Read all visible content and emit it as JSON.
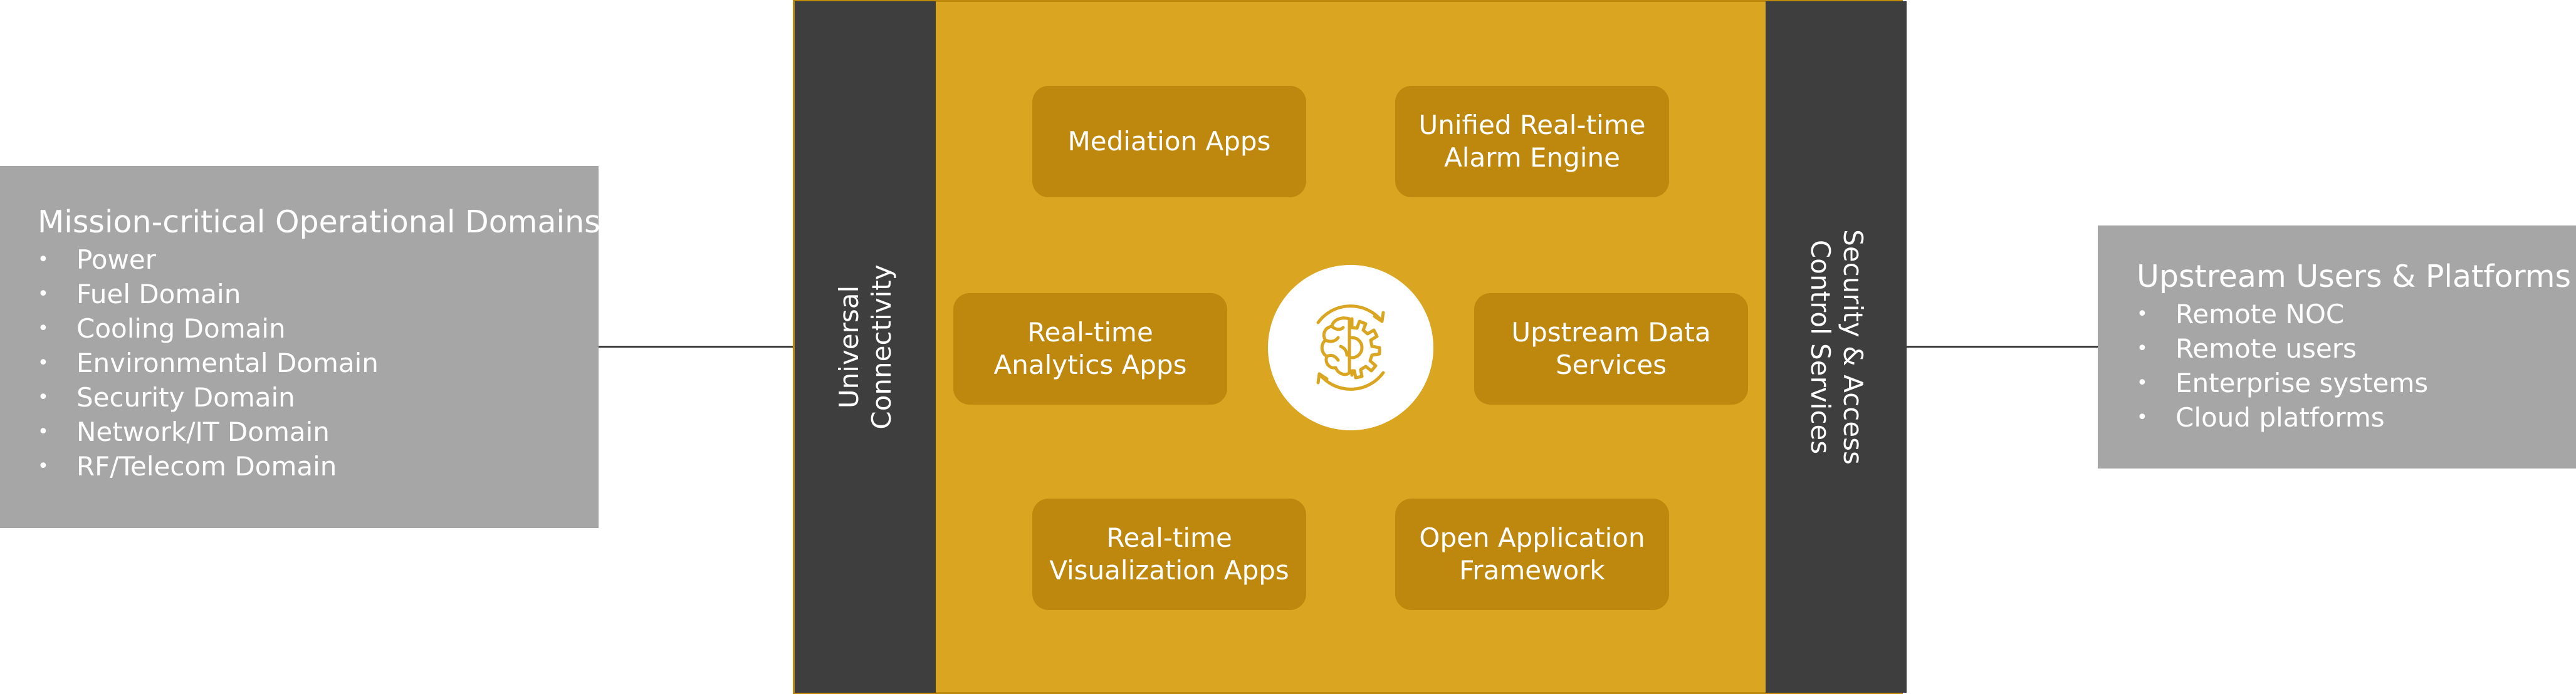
{
  "left_panel": {
    "title": "Mission-critical Operational Domains",
    "items": [
      "Power",
      "Fuel Domain",
      "Cooling Domain",
      "Environmental Domain",
      "Security Domain",
      "Network/IT Domain",
      "RF/Telecom Domain"
    ]
  },
  "right_panel": {
    "title": "Upstream Users & Platforms",
    "items": [
      "Remote NOC",
      "Remote users",
      "Enterprise systems",
      "Cloud platforms"
    ]
  },
  "left_bar": {
    "line1": "Universal",
    "line2": "Connectivity"
  },
  "right_bar": {
    "line1": "Security & Access",
    "line2": "Control Services"
  },
  "modules": {
    "mediation": {
      "line1": "Mediation Apps"
    },
    "alarm": {
      "line1": "Unified Real-time",
      "line2": "Alarm Engine"
    },
    "analytics": {
      "line1": "Real-time",
      "line2": "Analytics Apps"
    },
    "upstream_data": {
      "line1": "Upstream Data",
      "line2": "Services"
    },
    "visualization": {
      "line1": "Real-time",
      "line2": "Visualization Apps"
    },
    "framework": {
      "line1": "Open Application",
      "line2": "Framework"
    }
  },
  "bullet_glyph": "•",
  "colors": {
    "platform": "#daa621",
    "module": "#bd880d",
    "bar": "#3e3e3e",
    "panel": "#a6a6a6",
    "icon": "#daa621"
  },
  "emblem": {
    "icon": "brain-gear-cycle-icon"
  }
}
